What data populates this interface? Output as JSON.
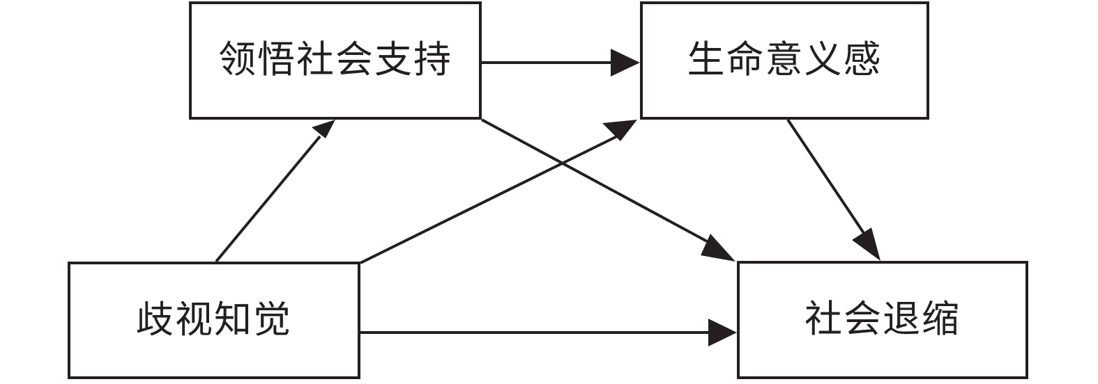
{
  "diagram": {
    "title": "",
    "type": "path-model",
    "stroke_color": "#231f20",
    "background_color": "#ffffff",
    "nodes": [
      {
        "id": "perceived-social-support",
        "label": "领悟社会支持",
        "position": "top-left"
      },
      {
        "id": "meaning-in-life",
        "label": "生命意义感",
        "position": "top-right"
      },
      {
        "id": "perceived-discrimination",
        "label": "歧视知觉",
        "position": "bottom-left"
      },
      {
        "id": "social-withdrawal",
        "label": "社会退缩",
        "position": "bottom-right"
      }
    ],
    "edges": [
      {
        "id": "pss-to-mil",
        "from": "perceived-social-support",
        "to": "meaning-in-life",
        "label": "",
        "style": "solid-arrow"
      },
      {
        "id": "pd-to-pss",
        "from": "perceived-discrimination",
        "to": "perceived-social-support",
        "label": "",
        "style": "solid-arrow"
      },
      {
        "id": "pd-to-mil",
        "from": "perceived-discrimination",
        "to": "meaning-in-life",
        "label": "",
        "style": "solid-arrow"
      },
      {
        "id": "pss-to-sw",
        "from": "perceived-social-support",
        "to": "social-withdrawal",
        "label": "",
        "style": "solid-arrow"
      },
      {
        "id": "mil-to-sw",
        "from": "meaning-in-life",
        "to": "social-withdrawal",
        "label": "",
        "style": "solid-arrow"
      },
      {
        "id": "pd-to-sw",
        "from": "perceived-discrimination",
        "to": "social-withdrawal",
        "label": "",
        "style": "solid-arrow"
      }
    ]
  }
}
